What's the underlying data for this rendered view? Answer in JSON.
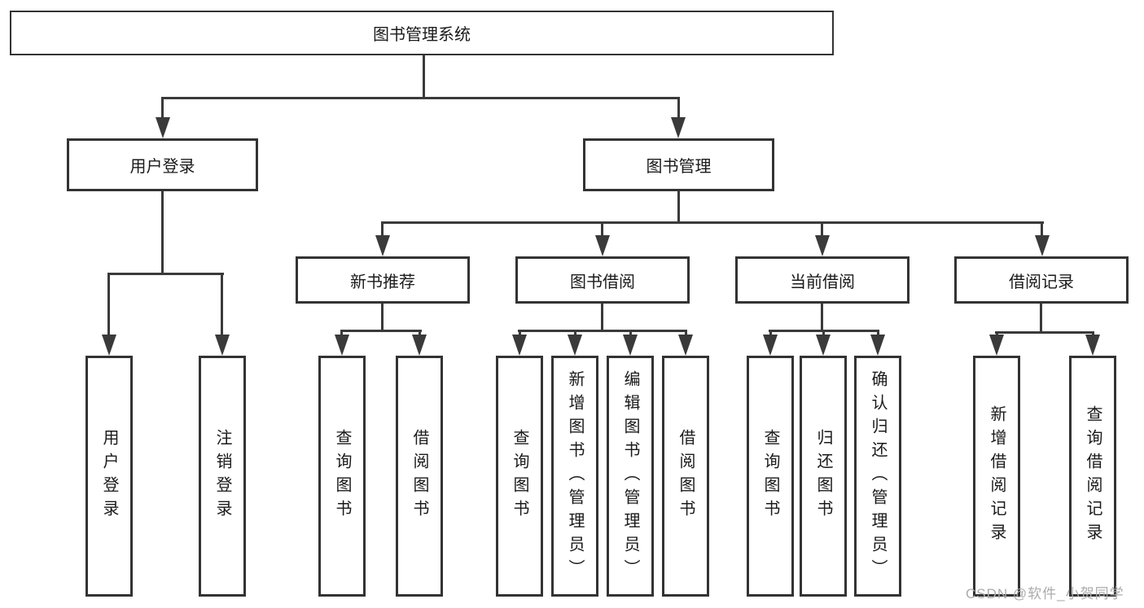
{
  "diagram": {
    "root": "图书管理系统",
    "branches": [
      {
        "label": "用户登录",
        "children": [
          "用户登录",
          "注销登录"
        ]
      },
      {
        "label": "图书管理",
        "sections": [
          {
            "label": "新书推荐",
            "children": [
              "查询图书",
              "借阅图书"
            ]
          },
          {
            "label": "图书借阅",
            "children": [
              "查询图书",
              "新增图书（管理员）",
              "编辑图书（管理员）",
              "借阅图书"
            ]
          },
          {
            "label": "当前借阅",
            "children": [
              "查询图书",
              "归还图书",
              "确认归还（管理员）"
            ]
          },
          {
            "label": "借阅记录",
            "children": [
              "新增借阅记录",
              "查询借阅记录"
            ]
          }
        ]
      }
    ]
  },
  "watermark": "CSDN @软件_小贺同学",
  "colors": {
    "line": "#3a3a3a",
    "box_border": "#333333",
    "text": "#1a1a1a",
    "watermark": "#ababab",
    "background": "#ffffff"
  }
}
